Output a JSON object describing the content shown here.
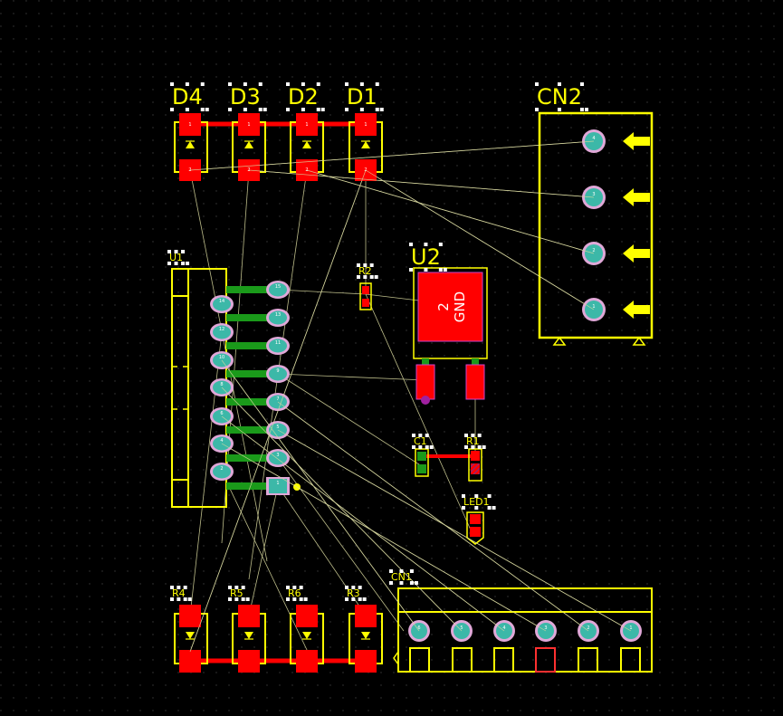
{
  "board": {
    "background": "#000000",
    "grid_color": "#3a3a3a",
    "silkscreen_color": "#ffff00",
    "smd_pad_color": "#ff0000",
    "trace_color": "#ff0000",
    "ratsnest_color": "#bdbd8a",
    "th_pad_color": "#3cb8a8",
    "th_ring_color": "#e0a8d8",
    "green_trace_color": "#1a9a1a"
  },
  "designators": {
    "d4": "D4",
    "d3": "D3",
    "d2": "D2",
    "d1": "D1",
    "cn2": "CN2",
    "u2": "U2",
    "u1": "U1",
    "r2": "R2",
    "c1": "C1",
    "r1": "R1",
    "led1": "LED1",
    "cn1": "CN1",
    "r4": "R4",
    "r5": "R5",
    "r6": "R6",
    "r3": "R3"
  },
  "labels": {
    "u2_pad": "2",
    "u2_net": "GND"
  },
  "cn2_pins": [
    "4",
    "3",
    "2",
    "1"
  ],
  "cn1_pins": [
    "6",
    "5",
    "4",
    "3",
    "2",
    "1"
  ],
  "u1_pins_left": [
    "14",
    "12",
    "10",
    "8",
    "6",
    "4",
    "2"
  ],
  "u1_pins_right": [
    "15",
    "13",
    "11",
    "9",
    "7",
    "5",
    "3",
    "1"
  ]
}
